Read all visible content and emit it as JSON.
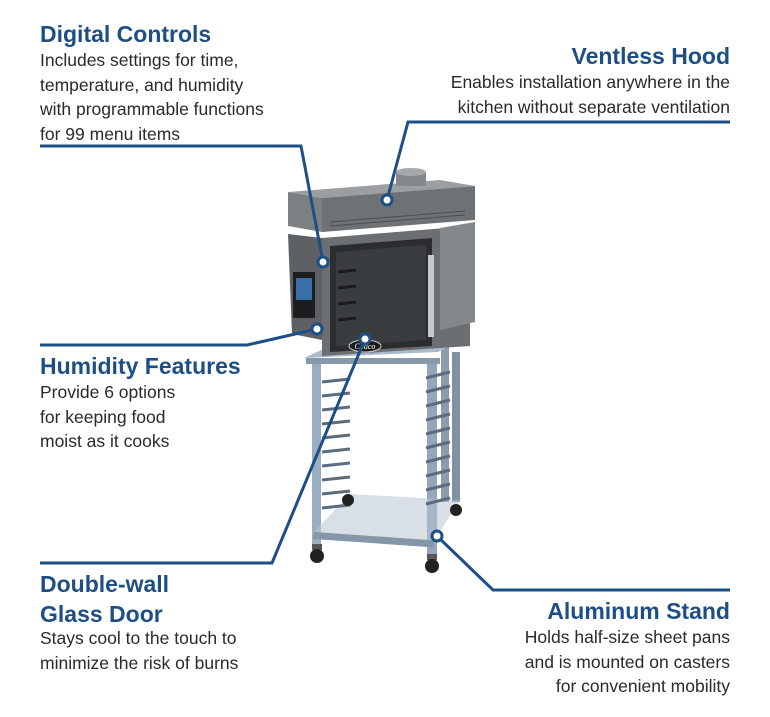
{
  "callouts": {
    "digital_controls": {
      "title": "Digital Controls",
      "lines": [
        "Includes settings for time,",
        "temperature, and humidity",
        "with programmable functions",
        "for 99 menu items"
      ]
    },
    "ventless_hood": {
      "title": "Ventless Hood",
      "lines": [
        "Enables installation anywhere in the",
        "kitchen without separate ventilation"
      ]
    },
    "humidity_features": {
      "title": "Humidity Features",
      "lines": [
        "Provide 6 options",
        "for keeping food",
        "moist as it cooks"
      ]
    },
    "double_wall_glass_door": {
      "title_lines": [
        "Double-wall",
        "Glass Door"
      ],
      "lines": [
        "Stays cool to the touch to",
        "minimize the risk of burns"
      ]
    },
    "aluminum_stand": {
      "title": "Aluminum Stand",
      "lines": [
        "Holds half-size sheet pans",
        "and is mounted on casters",
        "for convenient mobility"
      ]
    }
  },
  "product": {
    "brand_badge": "Cadco"
  },
  "colors": {
    "accent": "#1d4f86",
    "leader_line": "#1d4f86",
    "oven_body": "#7b7e80",
    "stand_frame": "#8ea1b5"
  }
}
